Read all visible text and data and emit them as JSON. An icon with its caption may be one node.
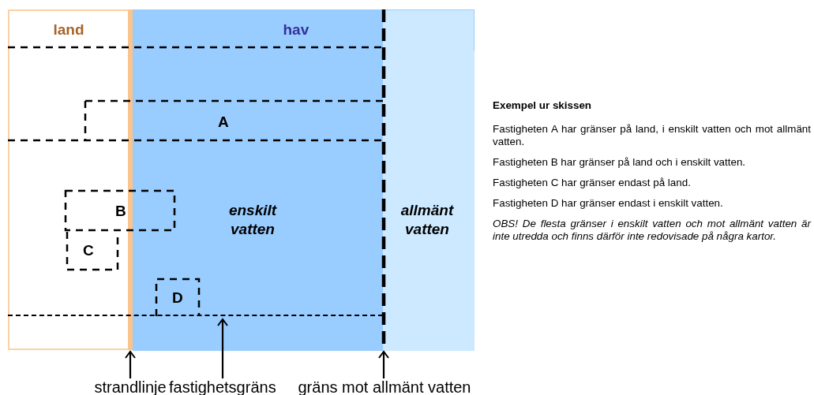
{
  "diagram": {
    "nodes": [
      {
        "text": [
          "land"
        ]
      },
      {
        "text": [
          "hav"
        ]
      },
      {
        "text": [
          "enskilt vatten"
        ],
        "in": 1
      },
      {
        "text": [
          "allmänt vatten"
        ],
        "in": 1
      },
      {
        "text": [
          "A"
        ]
      },
      {
        "text": [
          "B"
        ]
      },
      {
        "text": [
          "C"
        ],
        "in": 0
      },
      {
        "text": [
          "D"
        ],
        "in": 2
      },
      {
        "text": [
          "strandlinje"
        ]
      },
      {
        "text": [
          "fastighetsgräns"
        ]
      },
      {
        "text": [
          "gräns mot allmänt vatten"
        ]
      },
      {
        "text": [],
        "shape": "bar"
      },
      {
        "text": [],
        "shape": "line"
      }
    ],
    "edges": [
      {
        "from": 8,
        "to": 11,
        "arrow": "to"
      },
      {
        "from": 9,
        "to": 12,
        "arrow": "to"
      },
      {
        "from": 10,
        "to": 3,
        "arrow": "to"
      }
    ],
    "labels": [
      "Exempel ur skissen",
      "Fastigheten A har gränser på land, i enskilt vatten och mot allmänt vatten.",
      "Fastigheten B har gränser på land och i enskilt vatten.",
      "Fastigheten C har gränser endast på land.",
      "Fastigheten D har gränser endast i enskilt vatten.",
      "OBS! De flesta gränser i enskilt vatten och mot allmänt vatten är inte utredda och finns därför inte redovisade på några kartor."
    ]
  }
}
